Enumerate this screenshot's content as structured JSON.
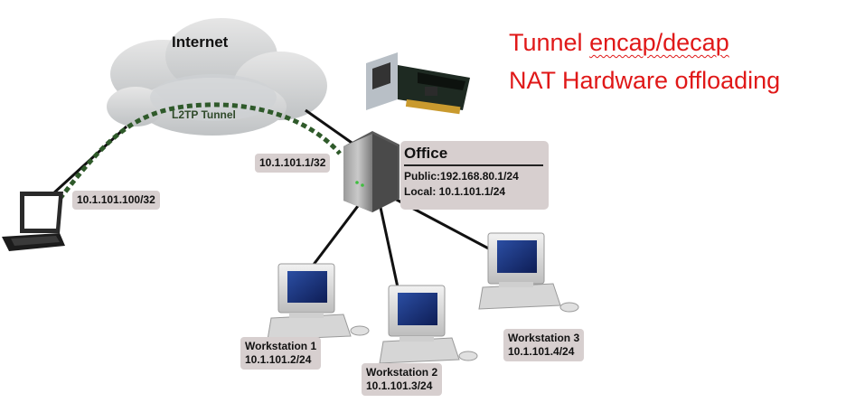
{
  "cloud": {
    "label": "Internet",
    "tunnel_label": "L2TP Tunnel"
  },
  "laptop": {
    "ip": "10.1.101.100/32"
  },
  "router": {
    "ip": "10.1.101.1/32"
  },
  "office": {
    "title": "Office",
    "public": "Public:192.168.80.1/24",
    "local": "Local: 10.1.101.1/24"
  },
  "headline": {
    "line1_word1": "Tunnel",
    "line1_word2": "encap/decap",
    "line2": "NAT Hardware offloading"
  },
  "workstations": [
    {
      "name": "Workstation 1",
      "ip": "10.1.101.2/24"
    },
    {
      "name": "Workstation 2",
      "ip": "10.1.101.3/24"
    },
    {
      "name": "Workstation 3",
      "ip": "10.1.101.4/24"
    }
  ],
  "colors": {
    "tunnel": "#2f5a2a",
    "headline": "#e01818",
    "label_bg": "#d7cfcf"
  }
}
